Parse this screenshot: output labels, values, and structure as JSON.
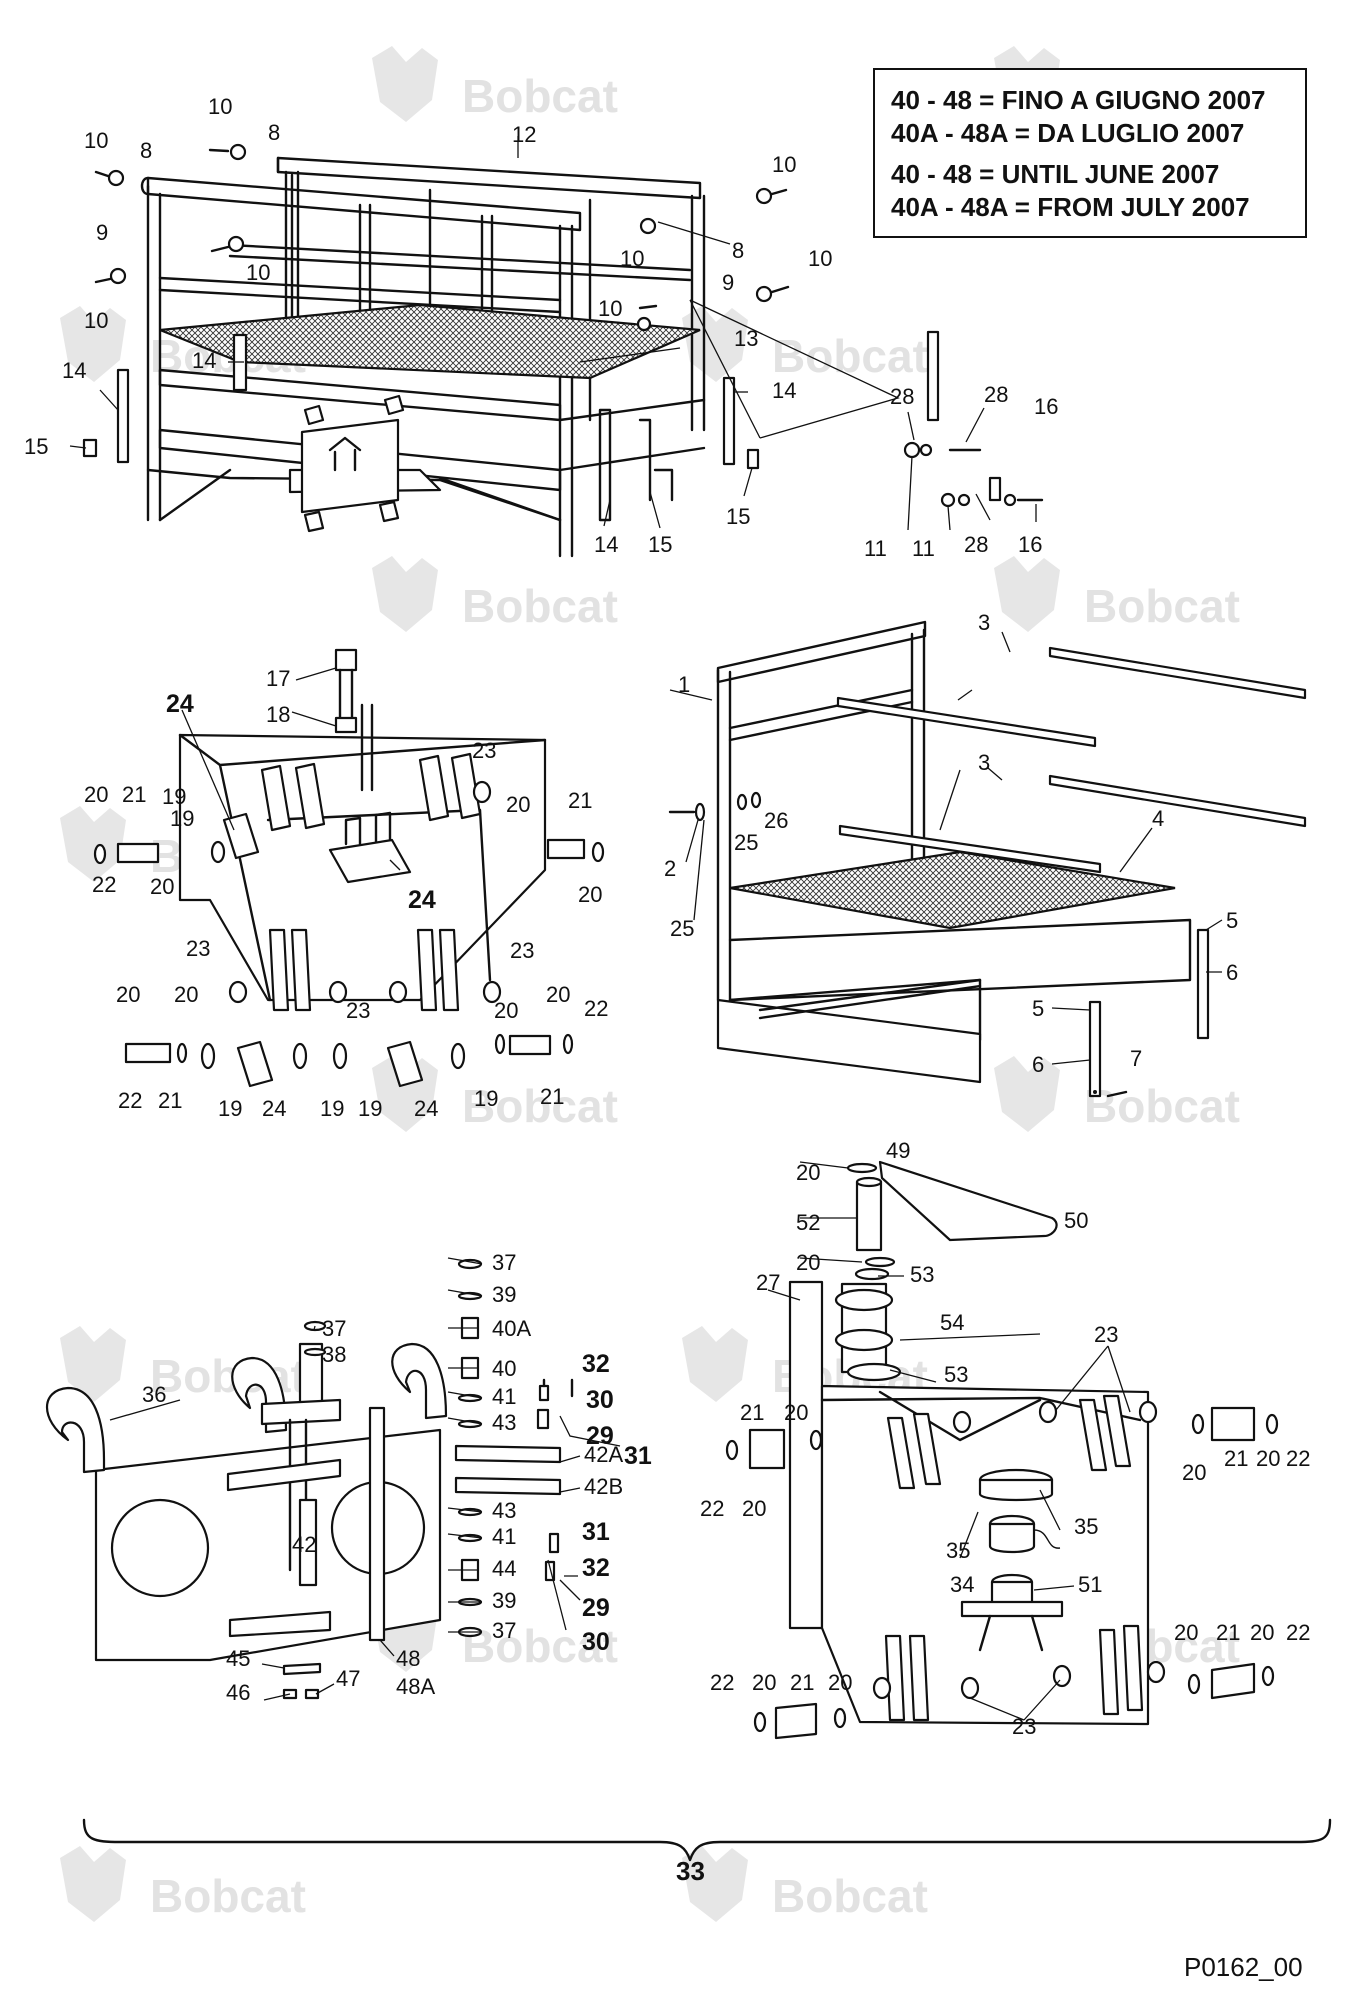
{
  "brand": "Bobcat",
  "note": {
    "lines_it": [
      "40 - 48 = FINO A GIUGNO 2007",
      "40A - 48A = DA LUGLIO 2007"
    ],
    "lines_en": [
      "40 - 48 = UNTIL JUNE 2007",
      "40A - 48A = FROM JULY 2007"
    ]
  },
  "assembly_number": "33",
  "figure_code": "P0162_00",
  "callouts": {
    "c1": "1",
    "c2": "2",
    "c3": "3",
    "c4": "4",
    "c5": "5",
    "c6": "6",
    "c7": "7",
    "c8": "8",
    "c9": "9",
    "c10": "10",
    "c11": "11",
    "c12": "12",
    "c13": "13",
    "c14": "14",
    "c15": "15",
    "c16": "16",
    "c17": "17",
    "c18": "18",
    "c19": "19",
    "c20": "20",
    "c21": "21",
    "c22": "22",
    "c23": "23",
    "c24": "24",
    "c25": "25",
    "c26": "26",
    "c27": "27",
    "c28": "28",
    "c29": "29",
    "c30": "30",
    "c31": "31",
    "c32": "32",
    "c34": "34",
    "c35": "35",
    "c36": "36",
    "c37": "37",
    "c38": "38",
    "c39": "39",
    "c40": "40",
    "c40A": "40A",
    "c41": "41",
    "c42": "42",
    "c42A": "42A",
    "c42B": "42B",
    "c43": "43",
    "c44": "44",
    "c45": "45",
    "c46": "46",
    "c47": "47",
    "c48": "48",
    "c48A": "48A",
    "c49": "49",
    "c50": "50",
    "c51": "51",
    "c52": "52",
    "c53": "53",
    "c54": "54"
  }
}
